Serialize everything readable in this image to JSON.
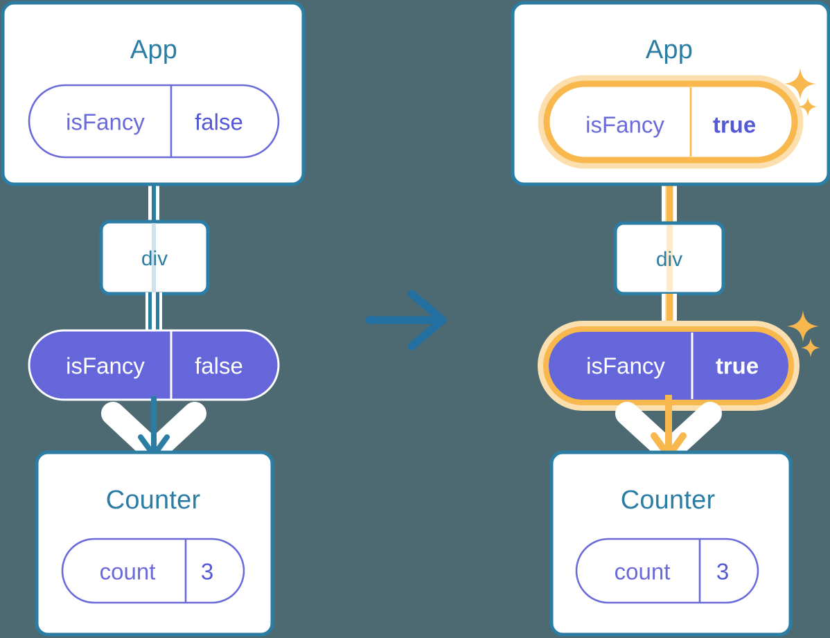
{
  "diagram": {
    "kind": "react-state-propagation",
    "transition_icon": "arrow-right-icon",
    "colors": {
      "background": "#4d6a72",
      "box_border": "#2b7da4",
      "box_fill": "#ffffff",
      "title_text": "#2b7da4",
      "pill_outline": "#6a6ad9",
      "pill_filled": "#6466da",
      "pill_text_light": "#ffffff",
      "highlight": "#f8b84e",
      "highlight_glow": "#fbdfae",
      "connector_blue": "#2b7da4",
      "connector_white": "#ffffff"
    }
  },
  "before": {
    "app": {
      "title": "App",
      "pill": {
        "key": "isFancy",
        "value": "false",
        "highlighted": false,
        "filled": false
      }
    },
    "div": {
      "label": "div"
    },
    "prop_pill": {
      "key": "isFancy",
      "value": "false",
      "highlighted": false,
      "filled": true
    },
    "counter": {
      "title": "Counter",
      "pill": {
        "key": "count",
        "value": "3",
        "highlighted": false,
        "filled": false
      }
    }
  },
  "after": {
    "app": {
      "title": "App",
      "pill": {
        "key": "isFancy",
        "value": "true",
        "highlighted": true,
        "filled": false
      }
    },
    "div": {
      "label": "div"
    },
    "prop_pill": {
      "key": "isFancy",
      "value": "true",
      "highlighted": true,
      "filled": true
    },
    "counter": {
      "title": "Counter",
      "pill": {
        "key": "count",
        "value": "3",
        "highlighted": false,
        "filled": false
      }
    },
    "sparkles": [
      "sparkle-large",
      "sparkle-small",
      "sparkle-large",
      "sparkle-small"
    ]
  }
}
